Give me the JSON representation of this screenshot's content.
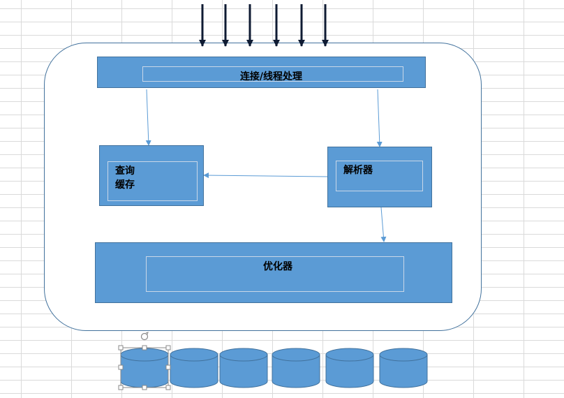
{
  "diagram": {
    "connection_label": "连接/线程处理",
    "query_cache_label_line1": "查询",
    "query_cache_label_line2": "缓存",
    "parser_label": "解析器",
    "optimizer_label": "优化器"
  },
  "colors": {
    "block_fill": "#5b9bd5",
    "block_border": "#41719c",
    "arrow": "#5b9bd5",
    "incoming_arrow": "#0f1b33",
    "container_border": "#41719c",
    "grid": "#dadada"
  },
  "storage_engine_count": 6
}
